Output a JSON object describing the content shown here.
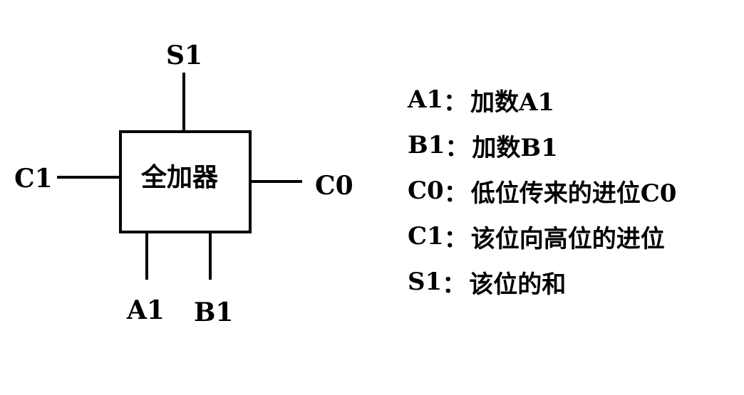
{
  "block": {
    "label": "全加器"
  },
  "pins": {
    "top": "S1",
    "left": "C1",
    "right": "C0",
    "bottom_left": "A1",
    "bottom_right": "B1"
  },
  "legend": [
    {
      "symbol": "A1",
      "separator": "：",
      "description": "加数A1"
    },
    {
      "symbol": "B1",
      "separator": "：",
      "description": "加数B1"
    },
    {
      "symbol": "C0",
      "separator": "：",
      "description": "低位传来的进位C0"
    },
    {
      "symbol": "C1",
      "separator": "：",
      "description": "该位向高位的进位"
    },
    {
      "symbol": "S1",
      "separator": "：",
      "description": "该位的和"
    }
  ]
}
